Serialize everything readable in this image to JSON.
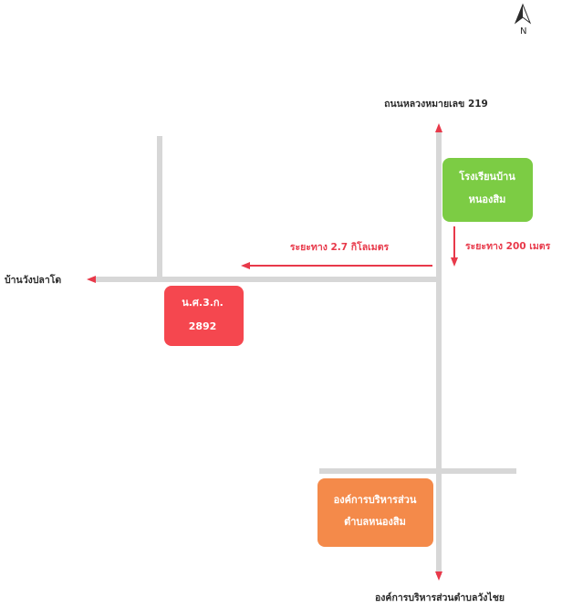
{
  "compass": {
    "letter": "N"
  },
  "roads": {
    "north_label": "ถนนหลวงหมายเลข 219",
    "west_label": "บ้านวังปลาโด",
    "south_label": "องค์การบริหารส่วนตำบลวังไชย"
  },
  "distances": {
    "west": "ระยะทาง 2.7 กิโลเมตร",
    "school": "ระยะทาง 200 เมตร"
  },
  "places": {
    "school": {
      "line1": "โรงเรียนบ้าน",
      "line2": "หนองสิม",
      "color": "#7ccc44"
    },
    "office": {
      "line1": "น.ศ.3.ก.",
      "line2": "2892",
      "color": "#f5474f"
    },
    "sao": {
      "line1": "องค์การบริหารส่วน",
      "line2": "ตำบลหนองสิม",
      "color": "#f48a4a"
    }
  },
  "colors": {
    "road": "#d7d7d7",
    "arrow": "#e8394a"
  }
}
